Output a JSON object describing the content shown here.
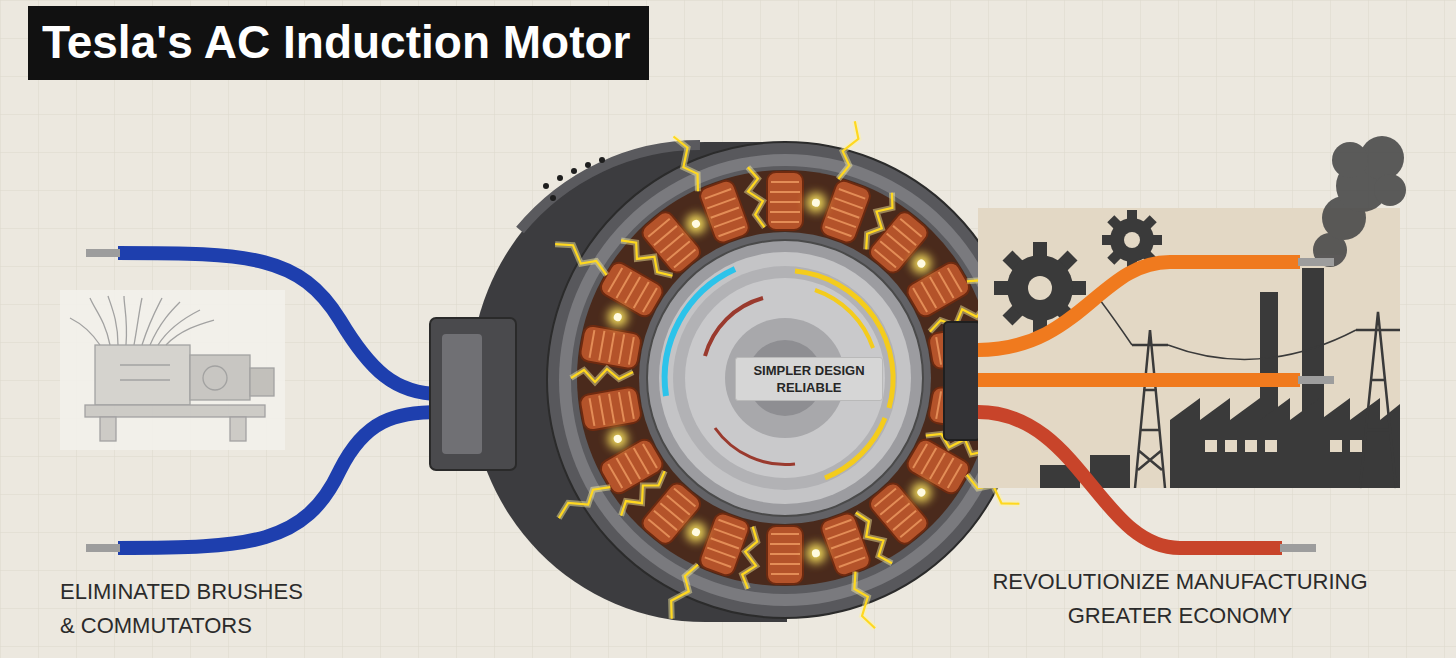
{
  "diagram": {
    "title": "Tesla's AC Induction Motor",
    "nodes": [
      {
        "text": [
          "SIMPLER DESIGN RELIABLE"
        ]
      }
    ],
    "labels": [
      "ELIMINATED BRUSHES & COMMUTATORS",
      "REVOLUTIONIZE MANUFACTURING GREATER ECONOMY"
    ]
  }
}
